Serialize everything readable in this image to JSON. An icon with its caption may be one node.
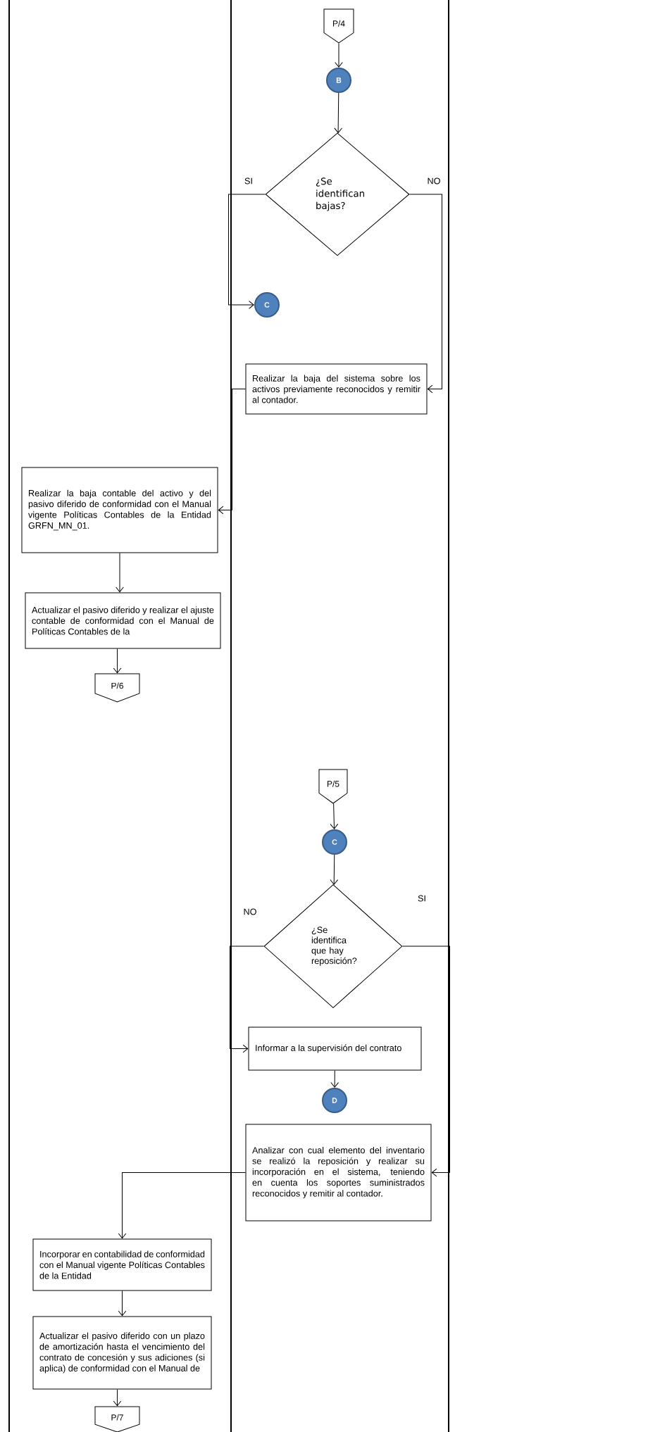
{
  "diagram": {
    "nodes": [
      {
        "text": [
          "P/4"
        ]
      },
      {
        "text": [
          "B"
        ]
      },
      {
        "text": [
          "¿Se identifican bajas?"
        ]
      },
      {
        "text": [
          "C"
        ]
      },
      {
        "text": [
          "Realizar la baja del sistema sobre los activos previamente reconocidos y remitir al contador."
        ]
      },
      {
        "text": [
          "Realizar la baja contable del activo y del pasivo diferido de conformidad con el Manual vigente Políticas Contables de la Entidad GRFN_MN_01."
        ]
      },
      {
        "text": [
          "Actualizar el pasivo diferido y realizar el ajuste contable de conformidad con el Manual de Políticas Contables de la"
        ]
      },
      {
        "text": [
          "P/6"
        ]
      },
      {
        "text": [
          "P/5"
        ]
      },
      {
        "text": [
          "C"
        ]
      },
      {
        "text": [
          "¿Se identifica que hay reposición?"
        ]
      },
      {
        "text": [
          "Informar a la supervisión del contrato"
        ]
      },
      {
        "text": [
          "D"
        ]
      },
      {
        "text": [
          "Analizar con cual elemento del inventario se realizó la reposición y realizar su incorporación en el sistema, teniendo en cuenta los soportes suministrados reconocidos y remitir al contador."
        ]
      },
      {
        "text": [
          "Incorporar en contabilidad de conformidad con el Manual vigente Políticas Contables de la Entidad"
        ]
      },
      {
        "text": [
          "Actualizar el pasivo diferido con un plazo de amortización hasta el vencimiento del contrato de concesión y sus adiciones (si aplica) de conformidad con el Manual de"
        ]
      },
      {
        "text": [
          "P/7"
        ]
      }
    ],
    "edges": [
      {
        "from": 0,
        "to": 1,
        "arrow": "to"
      },
      {
        "from": 1,
        "to": 2,
        "arrow": "to"
      },
      {
        "from": 2,
        "to": 3,
        "arrow": "to",
        "label": "SI"
      },
      {
        "from": 2,
        "to": 4,
        "arrow": "to",
        "label": "NO"
      },
      {
        "from": 4,
        "to": 5,
        "arrow": "to"
      },
      {
        "from": 5,
        "to": 6,
        "arrow": "to"
      },
      {
        "from": 6,
        "to": 7,
        "arrow": "to"
      },
      {
        "from": 8,
        "to": 9,
        "arrow": "to"
      },
      {
        "from": 9,
        "to": 10,
        "arrow": "to"
      },
      {
        "from": 10,
        "to": 11,
        "arrow": "to",
        "label": "NO"
      },
      {
        "from": 10,
        "to": 13,
        "arrow": "to",
        "label": "SI"
      },
      {
        "from": 11,
        "to": 12,
        "arrow": "to"
      },
      {
        "from": 13,
        "to": 14,
        "arrow": "to"
      },
      {
        "from": 14,
        "to": 15,
        "arrow": "to"
      },
      {
        "from": 15,
        "to": 16,
        "arrow": "to"
      }
    ]
  }
}
